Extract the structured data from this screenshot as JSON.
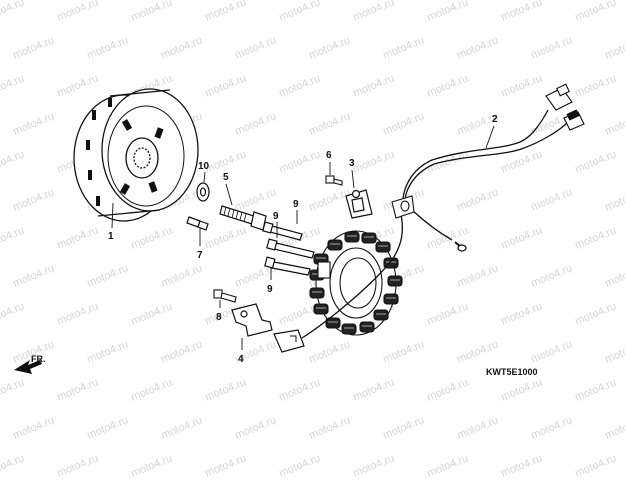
{
  "watermark": "moto4.ru",
  "diagram_code": "KWT5E1000",
  "direction_label": "FR.",
  "part_numbers": {
    "flywheel": "1",
    "harness": "2",
    "connector_bracket": "3",
    "wire_clamp": "4",
    "bolt": "5",
    "screw_upper": "6",
    "woodruff_key": "7",
    "bracket_bolt": "8",
    "stator_bolt_top": "9",
    "stator_bolt_mid": "9",
    "stator_bolt_low": "9",
    "washer": "10"
  }
}
